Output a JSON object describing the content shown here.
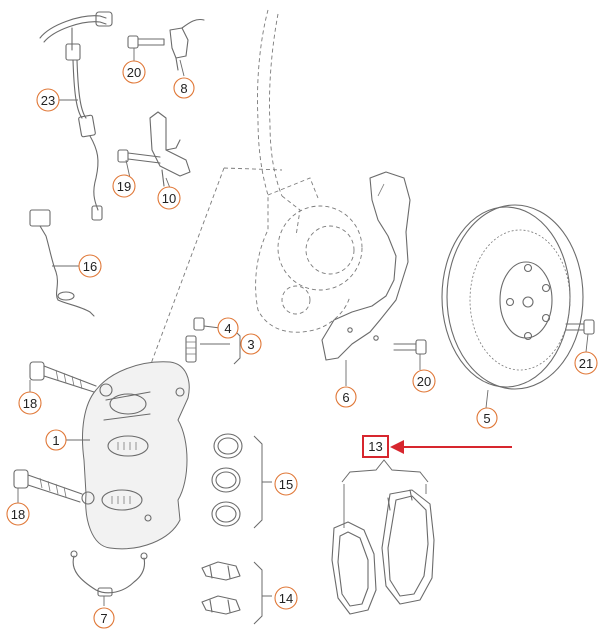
{
  "callouts": [
    {
      "id": "c1",
      "label": "1"
    },
    {
      "id": "c3",
      "label": "3"
    },
    {
      "id": "c4",
      "label": "4"
    },
    {
      "id": "c5",
      "label": "5"
    },
    {
      "id": "c6",
      "label": "6"
    },
    {
      "id": "c7",
      "label": "7"
    },
    {
      "id": "c8",
      "label": "8"
    },
    {
      "id": "c10",
      "label": "10"
    },
    {
      "id": "c14",
      "label": "14"
    },
    {
      "id": "c15",
      "label": "15"
    },
    {
      "id": "c16",
      "label": "16"
    },
    {
      "id": "c18a",
      "label": "18"
    },
    {
      "id": "c18b",
      "label": "18"
    },
    {
      "id": "c19",
      "label": "19"
    },
    {
      "id": "c20a",
      "label": "20"
    },
    {
      "id": "c20b",
      "label": "20"
    },
    {
      "id": "c21",
      "label": "21"
    },
    {
      "id": "c23",
      "label": "23"
    }
  ],
  "highlight": {
    "label": "13"
  },
  "colors": {
    "callout_ring": "#e07838",
    "highlight": "#d7262e",
    "line": "#6b6b6b"
  }
}
